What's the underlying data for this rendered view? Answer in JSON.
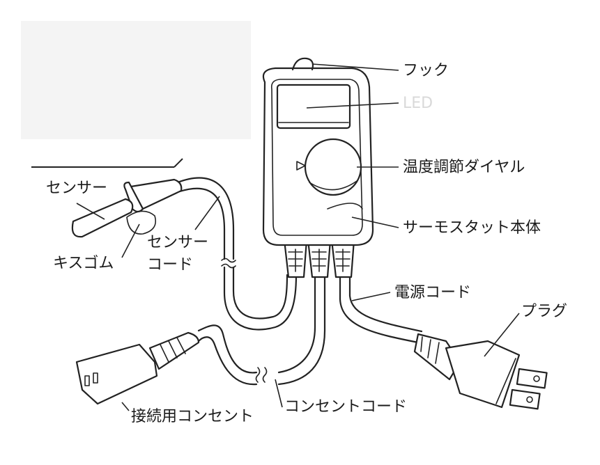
{
  "labels": {
    "hook": "フック",
    "led": "LED",
    "dial": "温度調節ダイヤル",
    "thermostat_body": "サーモスタット本体",
    "sensor": "センサー",
    "kiss_gum": "キスゴム",
    "sensor_cord_line1": "センサー",
    "sensor_cord_line2": "コード",
    "power_cord": "電源コード",
    "plug": "プラグ",
    "connection_outlet": "接続用コンセント",
    "outlet_cord": "コンセントコード"
  },
  "colors": {
    "line": "#222222",
    "text": "#1a1a1a",
    "background": "#ffffff",
    "faded": "#d9d9d9"
  }
}
